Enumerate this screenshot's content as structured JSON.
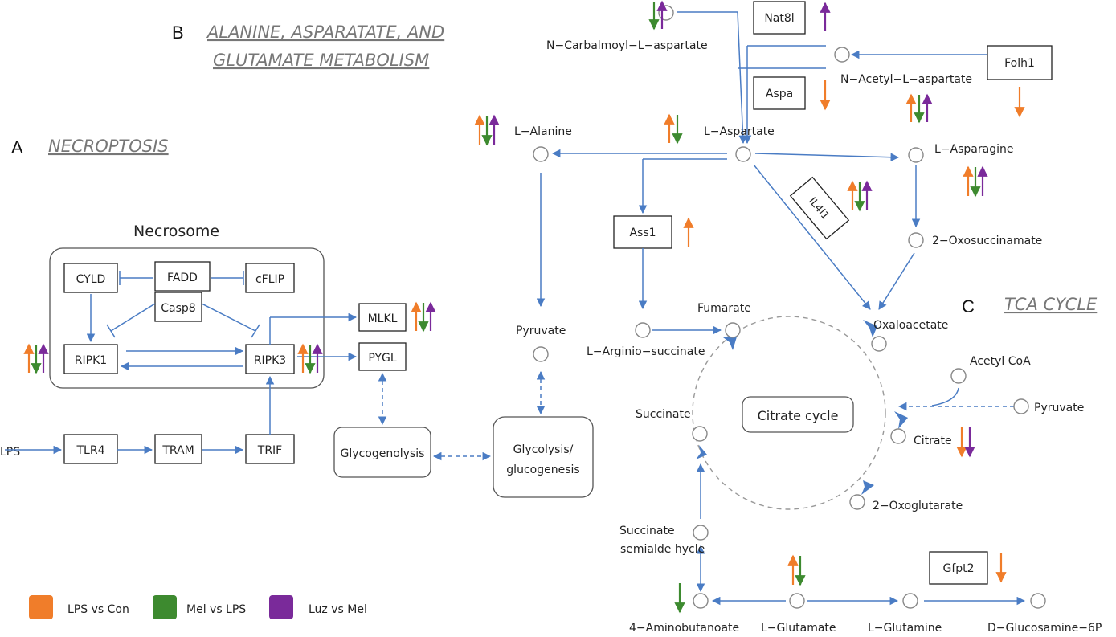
{
  "panels": {
    "A": {
      "letter": "A",
      "title": "NECROPTOSIS"
    },
    "B": {
      "letter": "B",
      "title_line1": "ALANINE, ASPARATATE, AND",
      "title_line2": "GLUTAMATE METABOLISM"
    },
    "C": {
      "letter": "C",
      "title": "TCA CYCLE"
    }
  },
  "necroptosis": {
    "group_label": "Necrosome",
    "nodes": {
      "cyld": "CYLD",
      "fadd": "FADD",
      "cflip": "cFLIP",
      "casp8": "Casp8",
      "ripk1": "RIPK1",
      "ripk3": "RIPK3",
      "mlkl": "MLKL",
      "pygl": "PYGL",
      "lps": "LPS",
      "tlr4": "TLR4",
      "tram": "TRAM",
      "trif": "TRIF",
      "glycogenolysis": "Glycogenolysis",
      "glycolysis_line1": "Glycolysis/",
      "glycolysis_line2": "glucogenesis"
    }
  },
  "metabolism": {
    "enzymes": {
      "nat8l": "Nat8l",
      "folh1": "Folh1",
      "aspa": "Aspa",
      "ass1": "Ass1",
      "il4i1": "IL4i1",
      "gfpt2": "Gfpt2"
    },
    "compounds": {
      "n_carbamoyl": "N−Carbalmoyl−L−aspartate",
      "n_acetyl": "N−Acetyl−L−aspartate",
      "l_alanine": "L−Alanine",
      "l_aspartate": "L−Aspartate",
      "l_asparagine": "L−Asparagine",
      "oxosuccinamate": "2−Oxosuccinamate",
      "pyruvate": "Pyruvate",
      "fumarate": "Fumarate",
      "arginio": "L−Arginio−succinate",
      "oxaloacetate": "Oxaloacetate",
      "acetyl_coa": "Acetyl CoA",
      "pyruvate2": "Pyruvate",
      "succinate": "Succinate",
      "citrate": "Citrate",
      "oxoglutarate": "2−Oxoglutarate",
      "semialdehyde_line1": "Succinate",
      "semialdehyde_line2": "semialde hycle",
      "aminobutanoate": "4−Aminobutanoate",
      "l_glutamate": "L−Glutamate",
      "l_glutamine": "L−Glutamine",
      "glucosamine": "D−Glucosamine−6P"
    },
    "center_label": "Citrate cycle"
  },
  "legend": [
    {
      "label": "LPS vs Con",
      "color": "#f07d2a"
    },
    {
      "label": "Mel vs LPS",
      "color": "#3d8a2f"
    },
    {
      "label": "Luz vs Mel",
      "color": "#7a2a9a"
    }
  ],
  "colors": {
    "arrow": "#4a7cc4",
    "box": "#222222",
    "circle": "#888888",
    "orange": "#f07d2a",
    "green": "#3d8a2f",
    "purple": "#7a2a9a"
  }
}
